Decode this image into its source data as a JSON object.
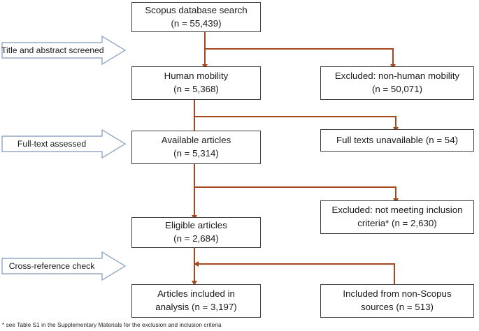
{
  "diagram": {
    "type": "prisma-flow-diagram",
    "accent_connector_color": "#a5491c",
    "box_border_color": "#3f3f3f",
    "callout_border_color": "#95a9c6",
    "boxes": [
      {
        "id": "scopus-search",
        "line1": "Scopus database search",
        "line2": "(n = 55,439)"
      },
      {
        "id": "human-mobility",
        "line1": "Human mobility",
        "line2": "(n = 5,368)"
      },
      {
        "id": "excluded-non-human",
        "line1": "Excluded: non-human mobility",
        "line2": "(n = 50,071)"
      },
      {
        "id": "available-articles",
        "line1": "Available articles",
        "line2": "(n = 5,314)"
      },
      {
        "id": "full-texts-unavailable",
        "line1": "Full texts unavailable  (n = 54)",
        "line2": ""
      },
      {
        "id": "excluded-not-meeting",
        "line1": "Excluded: not meeting inclusion",
        "line2": "criteria* (n = 2,630)"
      },
      {
        "id": "eligible-articles",
        "line1": "Eligible articles",
        "line2": "(n = 2,684)"
      },
      {
        "id": "articles-included",
        "line1": "Articles included in",
        "line2": "analysis (n = 3,197)"
      },
      {
        "id": "included-non-scopus",
        "line1": "Included from non-Scopus",
        "line2": "sources (n = 513)"
      }
    ],
    "callouts": [
      {
        "id": "title-abstract-screened",
        "label": "Title and abstract screened"
      },
      {
        "id": "full-text-assessed",
        "label": "Full-text assessed"
      },
      {
        "id": "cross-reference-check",
        "label": "Cross-reference  check"
      }
    ],
    "footnote": "* see Table S1 in the  Supplementary Materials for the exclusion and inclusion criteria"
  }
}
